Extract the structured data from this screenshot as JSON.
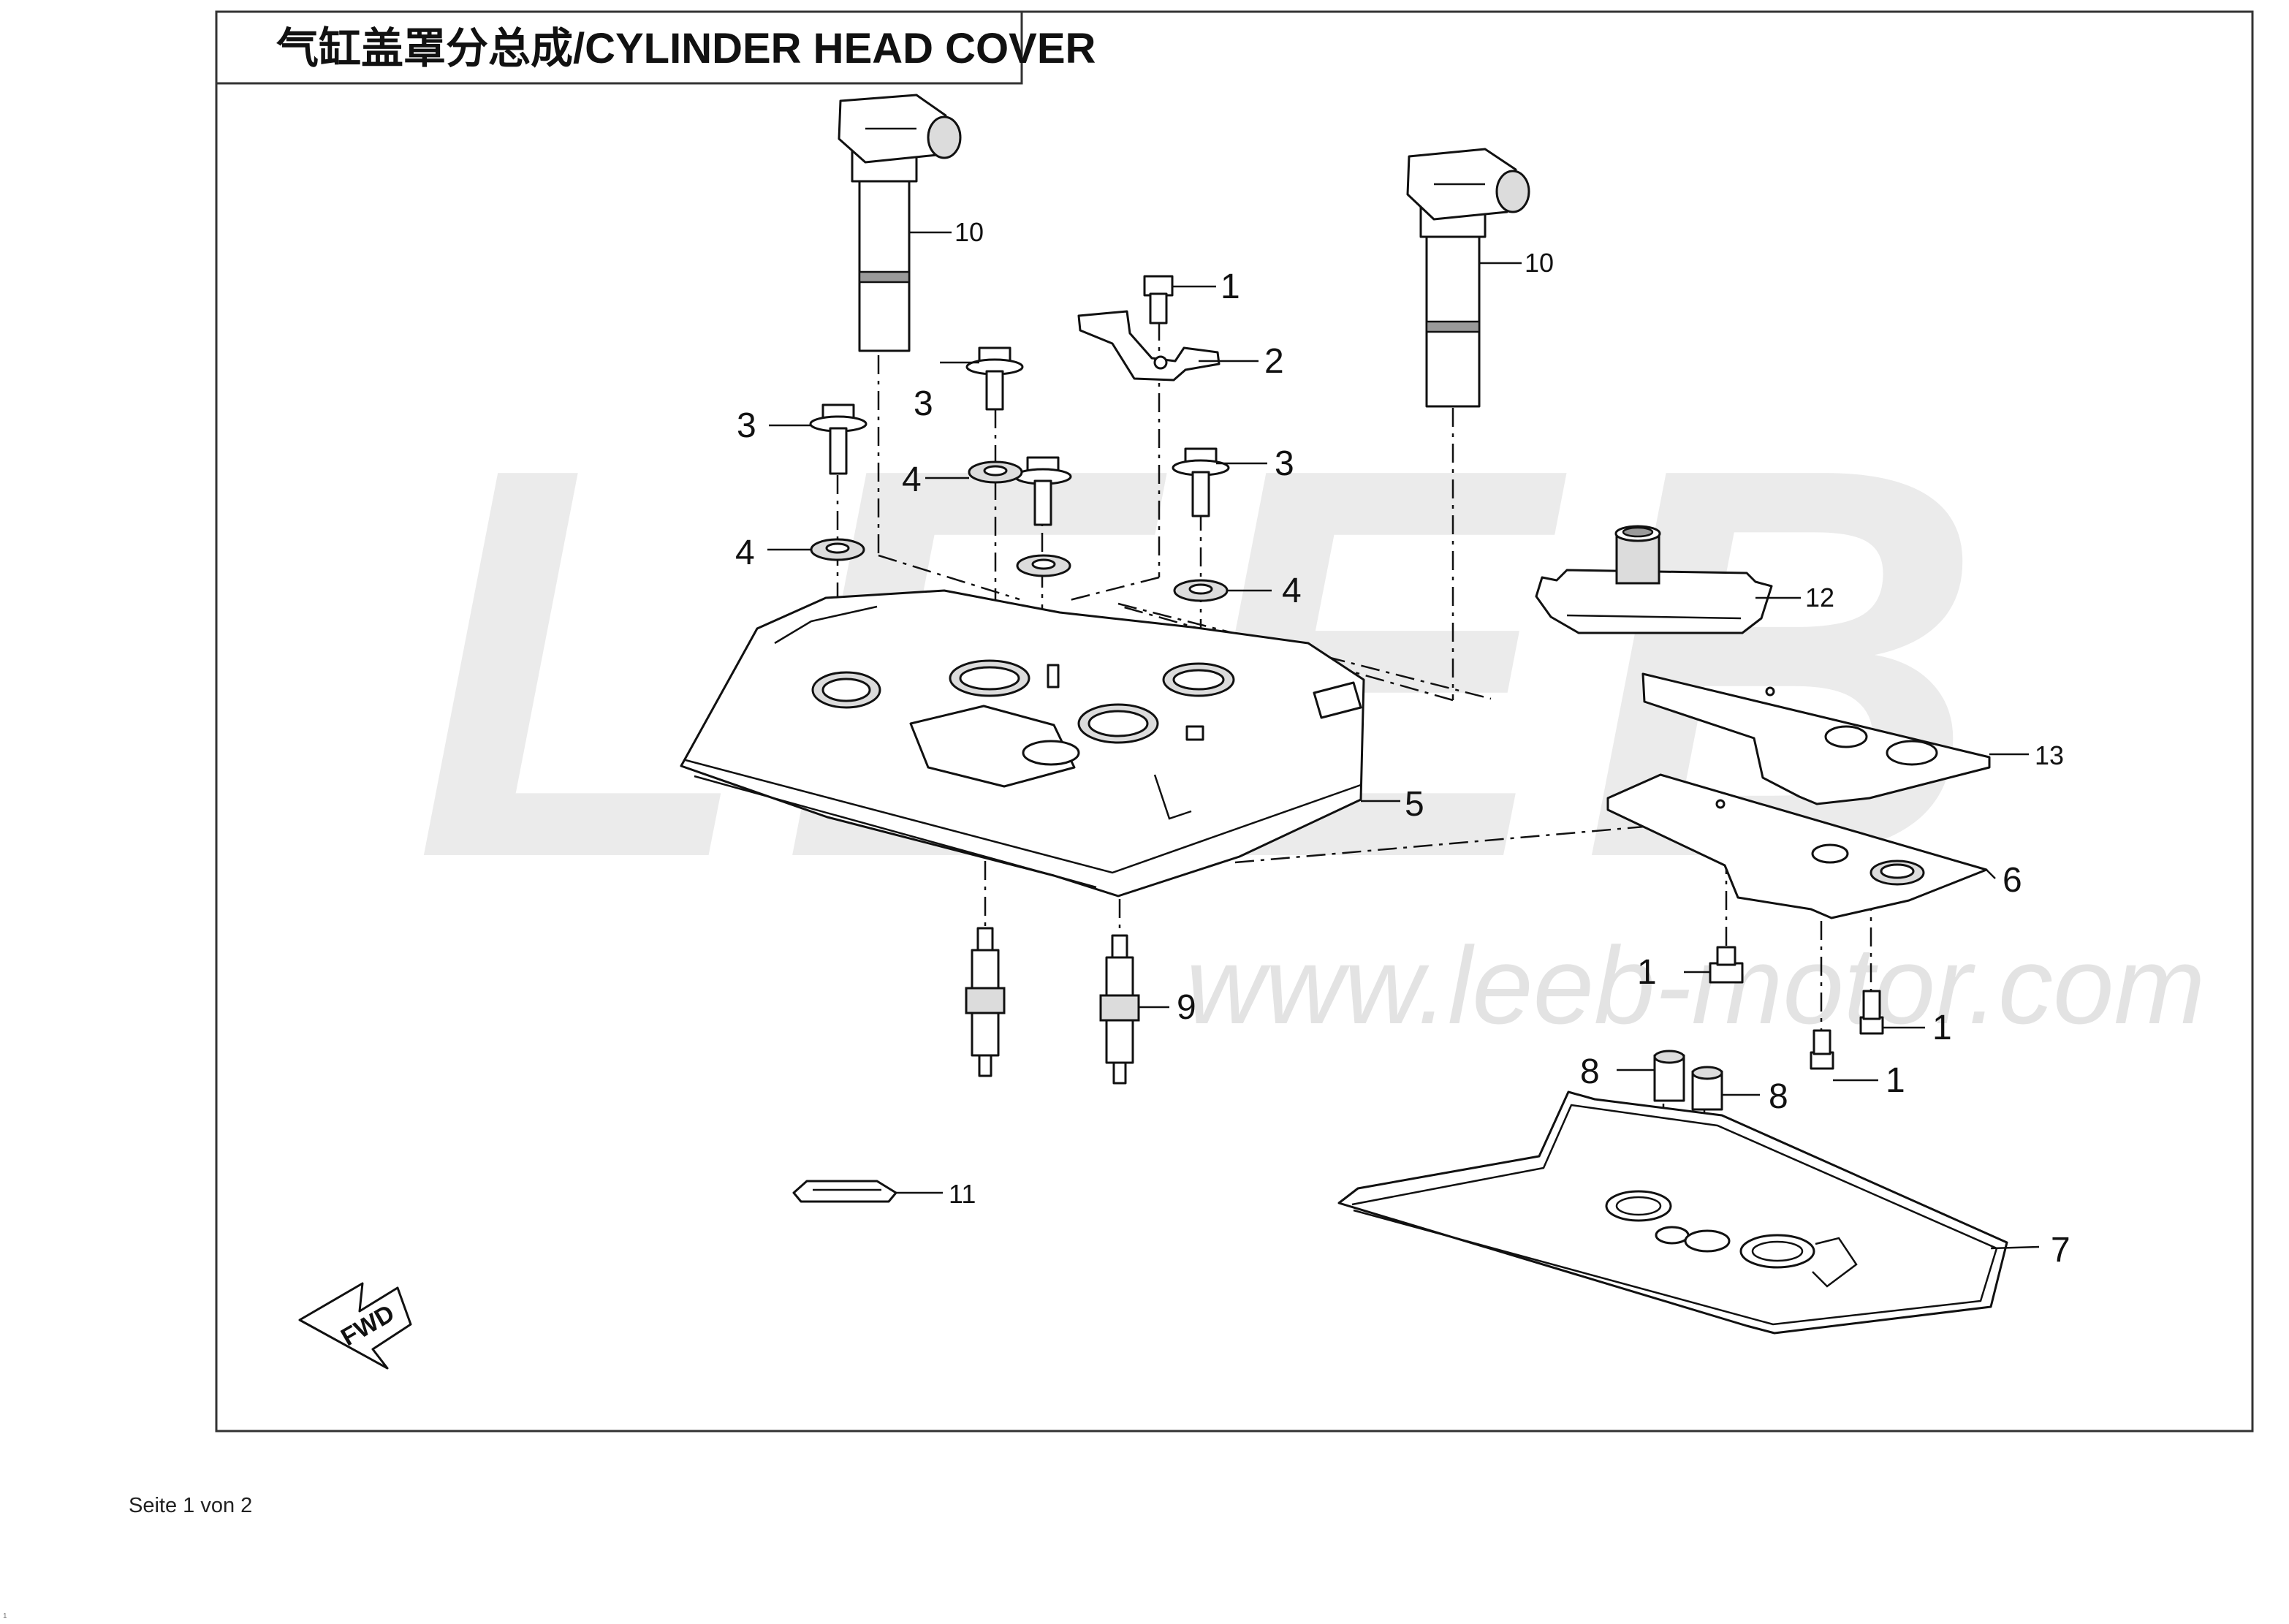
{
  "title": "气缸盖罩分总成/CYLINDER HEAD COVER",
  "watermark": {
    "brand": "LEEB",
    "url": "www.leeb-motor.com",
    "color": "#ebebeb"
  },
  "fwd_label": "FWD",
  "callouts": {
    "coil_left": "10",
    "coil_right": "10",
    "bolt_bracket": "1",
    "bracket": "2",
    "bolt_a": "3",
    "bolt_b": "3",
    "bolt_d": "3",
    "washer_a": "4",
    "washer_b": "4",
    "washer_d": "4",
    "cover": "5",
    "gasket_plate": "6",
    "gasket_seal": "7",
    "plug_a": "8",
    "plug_b": "8",
    "spark_plug": "9",
    "clip": "11",
    "separator": "12",
    "plate_top": "13",
    "bolt_plate_left": "1",
    "bolt_plate_mid": "1",
    "bolt_plate_right": "1"
  },
  "footer": {
    "page": "Seite 1 von 2",
    "corner": "1"
  }
}
